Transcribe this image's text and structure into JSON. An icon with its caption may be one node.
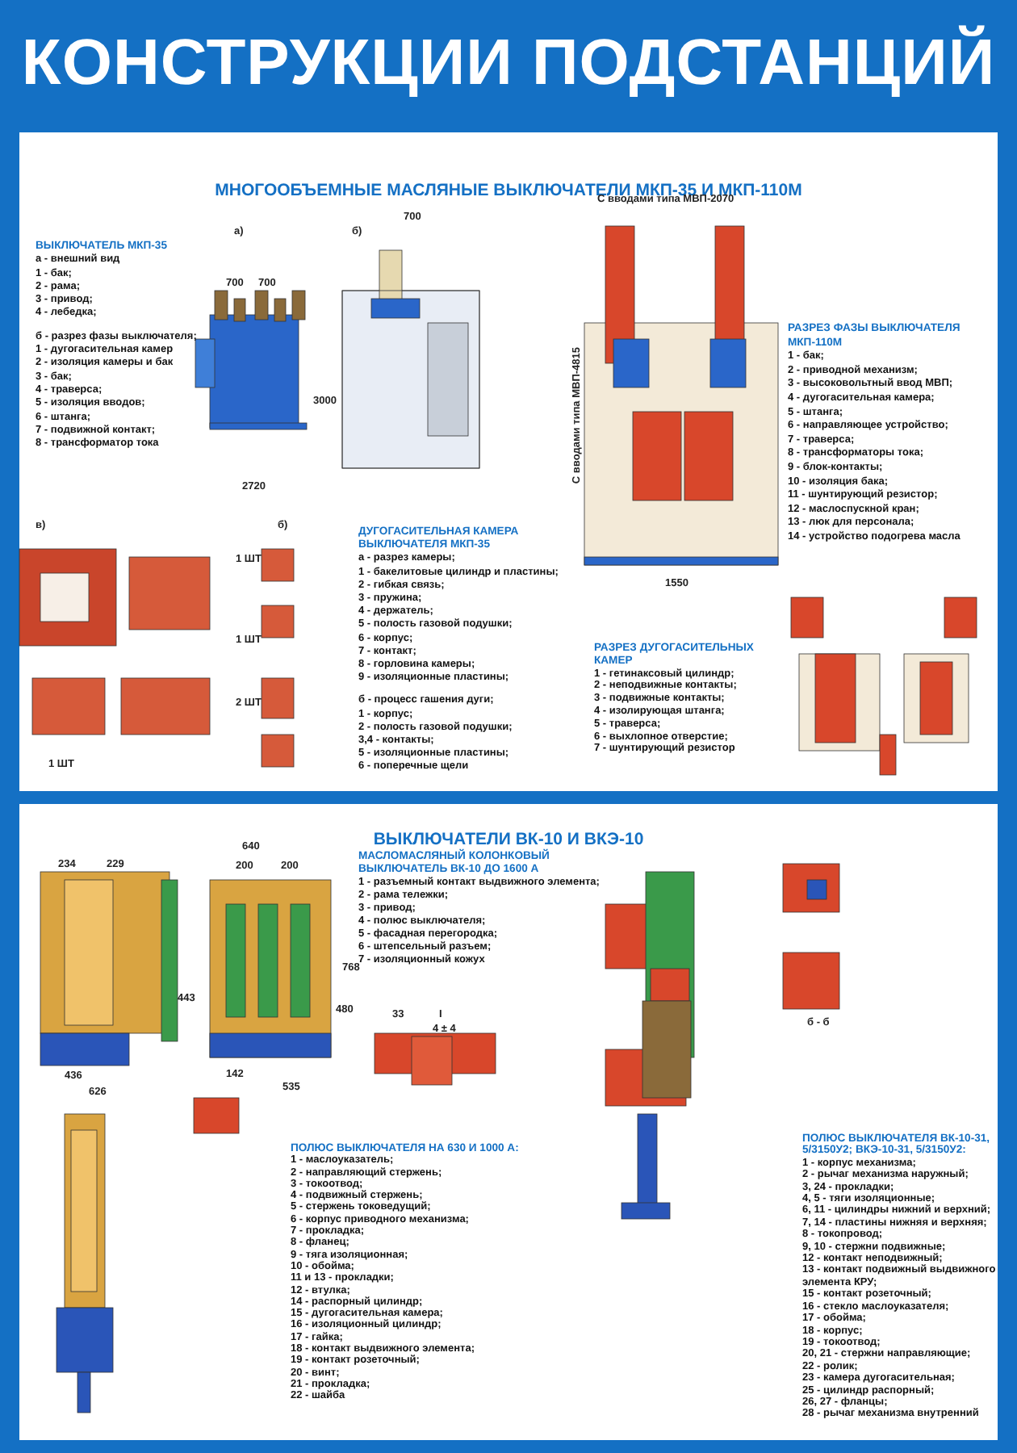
{
  "diagram": {
    "title": "КОНСТРУКЦИИ ПОДСТАНЦИЙ",
    "nodes": [
      {
        "text": [
          "МНОГООБЪЕМНЫЕ МАСЛЯНЫЕ ВЫКЛЮЧАТЕЛИ МКП-35 И МКП-110М"
        ]
      },
      {
        "text": [
          "ВЫКЛЮЧАТЕЛИ ВК-10 И ВКЭ-10"
        ]
      }
    ],
    "labels": [
      "а)",
      "б)",
      "700",
      "С вводами типа МВП-2070",
      "ВЫКЛЮЧАТЕЛЬ МКП-35",
      "а - внешний вид",
      "1 - бак;",
      "2 - рама;",
      "3 - привод;",
      "4 - лебедка;",
      "б - разрез фазы выключателя;",
      "1 - дугогасительная камер",
      "2 - изоляция камеры и бак",
      "3 - бак;",
      "4 - траверса;",
      "5 - изоляция вводов;",
      "6 - штанга;",
      "7 - подвижной контакт;",
      "8 - трансформатор тока",
      "700",
      "700",
      "3000",
      "2720",
      "С вводами типа МВП-4815",
      "1550",
      "РАЗРЕЗ ФАЗЫ ВЫКЛЮЧАТЕЛЯ МКП-110М",
      "1 - бак;",
      "2 - приводной механизм;",
      "3 - высоковольтный ввод МВП;",
      "4 - дугогасительная камера;",
      "5 - штанга;",
      "6 - направляющее устройство;",
      "7 - траверса;",
      "8 - трансформаторы тока;",
      "9 - блок-контакты;",
      "10 - изоляция бака;",
      "11 - шунтирующий резистор;",
      "12 - маслоспускной кран;",
      "13 - люк для персонала;",
      "14 - устройство подогрева масла",
      "в)",
      "б)",
      "1 ШТ",
      "1 ШТ",
      "2 ШТ",
      "1 ШТ",
      "ДУГОГАСИТЕЛЬНАЯ КАМЕРА ВЫКЛЮЧАТЕЛЯ МКП-35",
      "а - разрез камеры;",
      "1 - бакелитовые цилиндр и пластины;",
      "2 - гибкая связь;",
      "3 - пружина;",
      "4 - держатель;",
      "5 - полость газовой подушки;",
      "6 - корпус;",
      "7 - контакт;",
      "8 - горловина камеры;",
      "9 - изоляционные пластины;",
      "б - процесс гашения дуги;",
      "1 - корпус;",
      "2 - полость газовой подушки;",
      "3,4 - контакты;",
      "5 - изоляционные пластины;",
      "6 - поперечные щели",
      "РАЗРЕЗ ДУГОГАСИТЕЛЬНЫХ КАМЕР",
      "1 - гетинаксовый цилиндр;",
      "2 - неподвижные контакты;",
      "3 - подвижные контакты;",
      "4 - изолирующая штанга;",
      "5 - траверса;",
      "6 - выхлопное отверстие;",
      "7 - шунтирующий резистор",
      "МАСЛОМАСЛЯНЫЙ КОЛОНКОВЫЙ ВЫКЛЮЧАТЕЛЬ ВК-10 ДО 1600 А",
      "1 - разъемный контакт выдвижного элемента;",
      "2 - рама тележки;",
      "3 - привод;",
      "4 - полюс выключателя;",
      "5 - фасадная перегородка;",
      "6 - штепсельный разъем;",
      "7 - изоляционный кожух",
      "234",
      "229",
      "640",
      "200",
      "200",
      "443",
      "436",
      "626",
      "142",
      "535",
      "480",
      "768",
      "33",
      "I",
      "4 ± 4",
      "б - б",
      "ПОЛЮС ВЫКЛЮЧАТЕЛЯ НА 630 И 1000 А:",
      "1 - маслоуказатель;",
      "2 - направляющий стержень;",
      "3 - токоотвод;",
      "4 - подвижный стержень;",
      "5 - стержень токоведущий;",
      "6 - корпус приводного механизма;",
      "7 - прокладка;",
      "8 - фланец;",
      "9 - тяга изоляционная;",
      "10 - обойма;",
      "11 и 13 - прокладки;",
      "12 - втулка;",
      "14 - распорный цилиндр;",
      "15 - дугогасительная камера;",
      "16 - изоляционный цилиндр;",
      "17 - гайка;",
      "18 - контакт выдвижного элемента;",
      "19 - контакт розеточный;",
      "20 - винт;",
      "21 - прокладка;",
      "22 - шайба",
      "ПОЛЮС ВЫКЛЮЧАТЕЛЯ ВК-10-31, 5/3150У2; ВКЭ-10-31, 5/3150У2:",
      "1 - корпус механизма;",
      "2 - рычаг механизма наружный;",
      "3, 24 - прокладки;",
      "4, 5 - тяги изоляционные;",
      "6, 11 - цилиндры нижний и верхний;",
      "7, 14 - пластины нижняя и верхняя;",
      "8 - токопровод;",
      "9, 10 - стержни подвижные;",
      "12 - контакт неподвижный;",
      "13 - контакт подвижный выдвижного элемента КРУ;",
      "15 - контакт розеточный;",
      "16 - стекло маслоуказателя;",
      "17 - обойма;",
      "18 - корпус;",
      "19 - токоотвод;",
      "20, 21 - стержни направляющие;",
      "22 - ролик;",
      "23 - камера дугогасительная;",
      "25 - цилиндр распорный;",
      "26, 27 - фланцы;",
      "28 - рычаг механизма внутренний"
    ]
  }
}
